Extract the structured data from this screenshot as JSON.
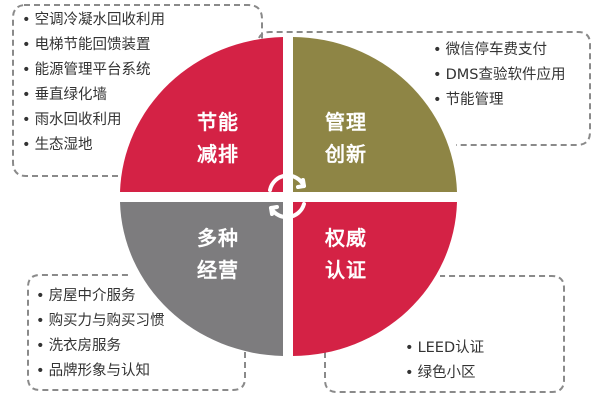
{
  "colors": {
    "energy": "#D42245",
    "management": "#8E8545",
    "business": "#7D7C7E",
    "certification": "#D42245",
    "dash": "#8a8a8a",
    "text": "#333333"
  },
  "center_icon": "cycle-arrows-icon",
  "quadrants": [
    {
      "id": "energy",
      "line1": "节能",
      "line2": "减排"
    },
    {
      "id": "management",
      "line1": "管理",
      "line2": "创新"
    },
    {
      "id": "business",
      "line1": "多种",
      "line2": "经营"
    },
    {
      "id": "certification",
      "line1": "权威",
      "line2": "认证"
    }
  ],
  "boxes": {
    "top_left": [
      "空调冷凝水回收利用",
      "电梯节能回馈装置",
      "能源管理平台系统",
      "垂直绿化墙",
      "雨水回收利用",
      "生态湿地"
    ],
    "top_right": [
      "微信停车费支付",
      "DMS查验软件应用",
      "节能管理"
    ],
    "bottom_left": [
      "房屋中介服务",
      "购买力与购买习惯",
      "洗衣房服务",
      "品牌形象与认知"
    ],
    "bottom_right": [
      "LEED认证",
      "绿色小区"
    ]
  }
}
